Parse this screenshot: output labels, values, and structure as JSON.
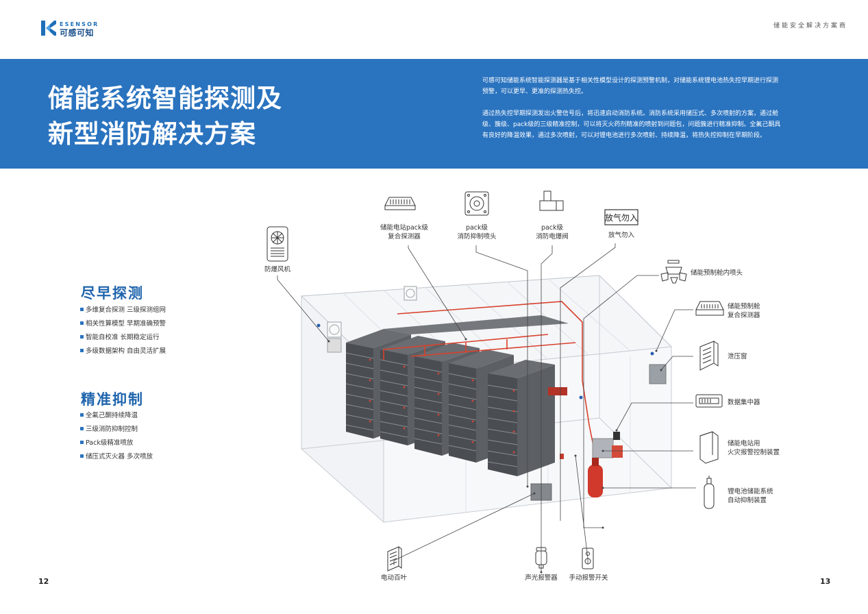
{
  "header": {
    "logo_en": "ESENSOR",
    "logo_cn": "可感可知",
    "doc_title": "储能安全解决方案商"
  },
  "banner": {
    "title_line1": "储能系统智能探测及",
    "title_line2": "新型消防解决方案",
    "para1": "可感可知储能系统智能探测器是基于相关性模型设计的探测预警机制，对储能系统锂电池热失控早期进行探测预警，可以更早、更准的探测热失控。",
    "para2": "通过热失控早期探测发出火警信号后，将迅速启动消防系统。消防系统采用储压式、多次喷射的方案，通过舱级、簇级、pack级的三级精准控制，可以将灭火药剂精准的喷射到问题包，问题簇进行精准抑制。全氟己酮具有良好的降温效果，通过多次喷射，可以对锂电池进行多次喷射、持续降温，将热失控抑制在早期阶段。"
  },
  "sections": {
    "detect": {
      "title": "尽早探测",
      "items": [
        "多维复合探测 三级探测组网",
        "相关性算模型 早期准确预警",
        "智能自校准 长期稳定运行",
        "多级数据架构 自由灵活扩展"
      ]
    },
    "suppress": {
      "title": "精准抑制",
      "items": [
        "全氟己酮持续降温",
        "三级消防抑制控制",
        "Pack级精准喷放",
        "储压式灭火器 多次喷放"
      ]
    }
  },
  "components": {
    "fan": "防爆风机",
    "pack_detector_1": "储能电站pack级",
    "pack_detector_2": "复合探测器",
    "pack_nozzle_1": "pack级",
    "pack_nozzle_2": "消防抑制喷头",
    "pack_valve_1": "pack级",
    "pack_valve_2": "消防电爆阀",
    "no_release": "放气勿入",
    "no_release_sign": "放气勿入",
    "cabin_nozzle": "储能预制舱内喷头",
    "cabin_detector_1": "储能预制舱",
    "cabin_detector_2": "复合探测器",
    "vent_window": "泄压窗",
    "data_concentrator": "数据集中器",
    "fire_alarm_1": "储能电站用",
    "fire_alarm_2": "火灾报警控制装置",
    "suppression_1": "锂电池储能系统",
    "suppression_2": "自动抑制装置",
    "louver": "电动百叶",
    "sound_light": "声光报警器",
    "manual_alarm": "手动报警开关"
  },
  "pages": {
    "left": "12",
    "right": "13"
  },
  "colors": {
    "accent": "#2a73bf",
    "pipe": "#d9412c"
  }
}
